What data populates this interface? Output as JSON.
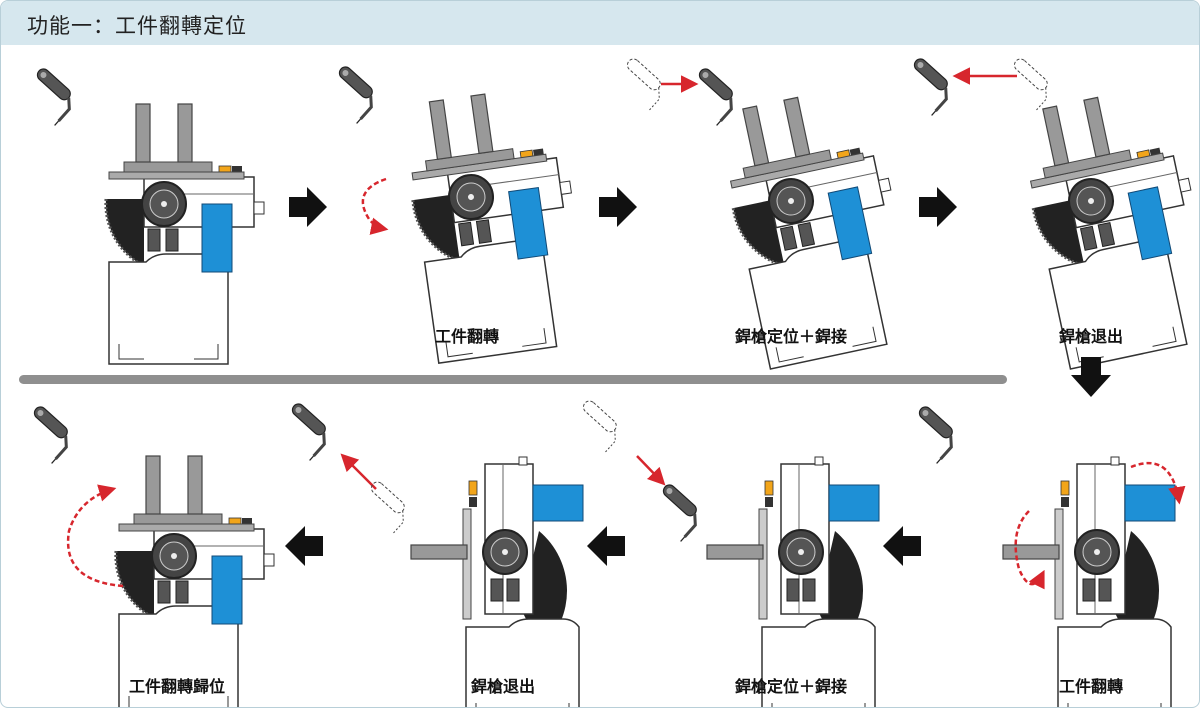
{
  "header": {
    "title": "功能一：工件翻轉定位"
  },
  "captions": {
    "top": [
      "",
      "工件翻轉",
      "銲槍定位＋銲接",
      "銲槍退出"
    ],
    "bottom": [
      "工件翻轉歸位",
      "銲槍退出",
      "銲槍定位＋銲接",
      "工件翻轉"
    ]
  },
  "colors": {
    "header_bg": "#d6e7ee",
    "motor_blue": "#1e90d6",
    "arrow_red": "#d7262d",
    "gear_dark": "#222222",
    "indicator_orange": "#f2a51a",
    "divider": "#8f8f8f"
  },
  "icons": [
    "flow-arrow-right-icon",
    "flow-arrow-down-icon",
    "flow-arrow-left-icon",
    "torch-icon",
    "rotation-arrow-icon"
  ]
}
